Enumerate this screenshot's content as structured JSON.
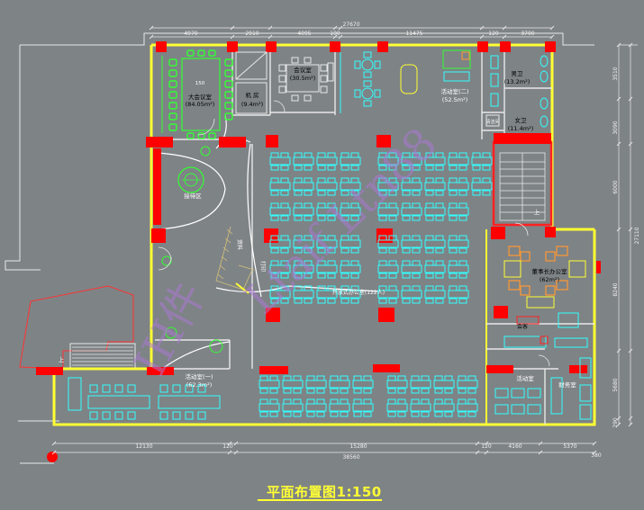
{
  "title": "平面布置图1:150",
  "watermark": {
    "left": "IH件",
    "right": "Ltaif Ltn88"
  },
  "dimensions": {
    "top_total": "27670",
    "top_segments": [
      "4970",
      "2910",
      "4095",
      "100",
      "11475",
      "120",
      "3700"
    ],
    "bottom_total": "38560",
    "bottom_segments": [
      "12130",
      "120",
      "15280",
      "120",
      "4160",
      "5370"
    ],
    "bottom_extra": "380",
    "right_total": "27110",
    "right_segments": [
      "3510",
      "3090",
      "6000",
      "8240",
      "5680",
      "290"
    ]
  },
  "rooms": {
    "meeting_large": "大会议室",
    "meeting_large_area": "(84.05m²)",
    "meeting_large_table": "150",
    "pantry": "机 房",
    "pantry_area": "(9.4m²)",
    "meeting": "会议室",
    "meeting_area": "(30.5m²)",
    "activity2": "活动室(二)",
    "activity2_area": "(52.5m²)",
    "male_wc": "男卫",
    "male_wc_area": "(13.2m²)",
    "female_wc": "女卫",
    "female_wc_area": "(11.4m²)",
    "cleaning": "清洁间",
    "reception": "接待区",
    "office_open": "开放式办公室(122人)",
    "archive": "资料",
    "printing": "打印",
    "director": "董事长办公室",
    "director_area": "(62m²)",
    "lounge": "会客",
    "activity1": "活动室(一)",
    "activity1_area": "(62.3m²)",
    "activity_small": "活动室",
    "finance": "财务室",
    "stair_mark_1": "上",
    "stair_mark_2": "上"
  },
  "colors": {
    "background": "#7e8386",
    "wall_yellow": "#ffff33",
    "column_red": "#ff0000",
    "furniture_cyan": "#33ffff",
    "furniture_green": "#33ff33",
    "line_white": "#ffffff",
    "chair_orange": "#ff9933",
    "title_yellow": "#ffff33"
  }
}
